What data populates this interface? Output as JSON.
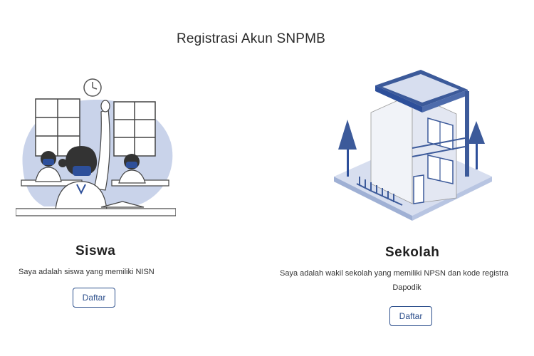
{
  "page": {
    "title": "Registrasi Akun SNPMB"
  },
  "colors": {
    "accent": "#2c4f8c",
    "illustration_blue": "#3c5a9a",
    "illustration_light": "#d7deef"
  },
  "cards": [
    {
      "title": "Siswa",
      "description": "Saya adalah siswa yang memiliki NISN",
      "button": "Daftar",
      "illustration": "students-classroom-illustration"
    },
    {
      "title": "Sekolah",
      "description_line1": "Saya adalah wakil sekolah yang memiliki NPSN dan kode registra",
      "description_line2": "Dapodik",
      "button": "Daftar",
      "illustration": "school-building-illustration"
    }
  ]
}
